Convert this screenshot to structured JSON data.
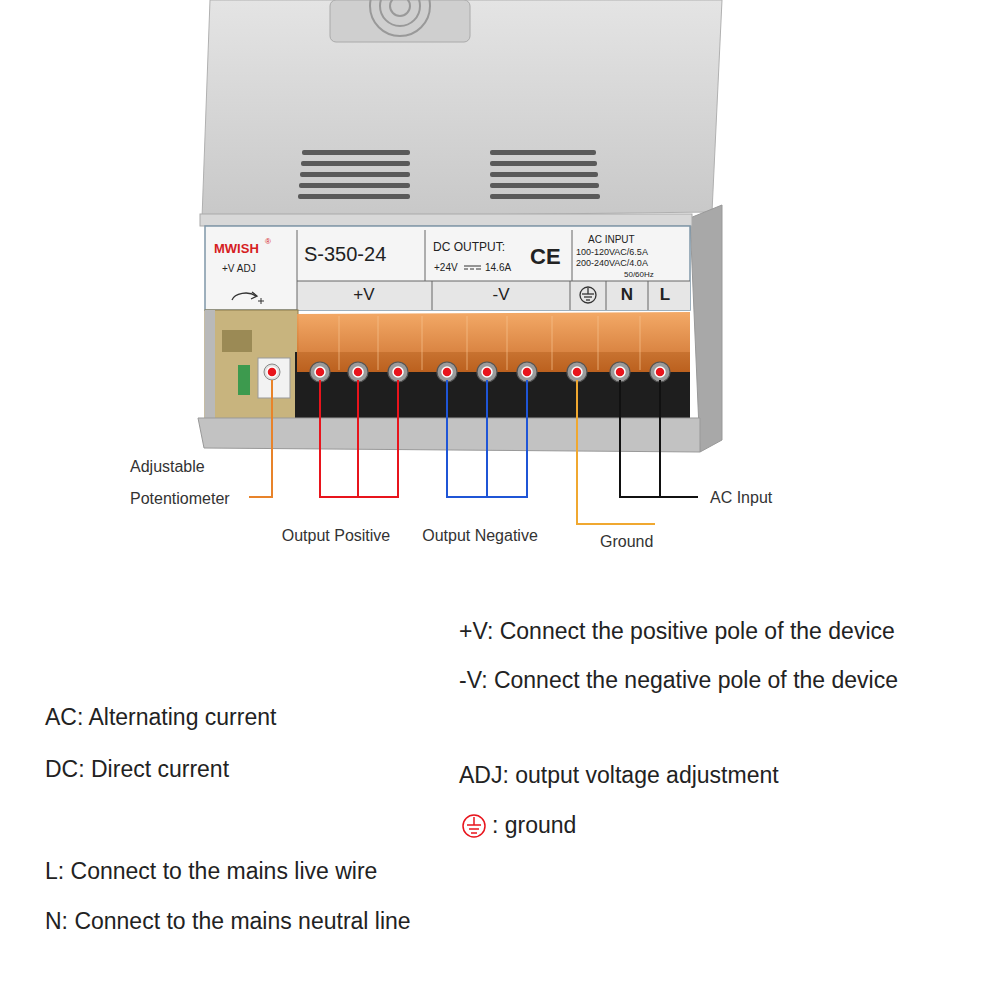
{
  "diagram": {
    "labels": [
      "MWISH",
      "®",
      "S-350-24",
      "DC OUTPUT:",
      "CE",
      "+24V",
      "14.6A",
      "AC INPUT",
      "100-120VAC/6.5A",
      "200-240VAC/4.0A",
      "50/60Hz",
      "+V ADJ",
      "+V",
      "-V",
      "N",
      "L",
      "Adjustable Potentiometer",
      "Output Positive",
      "Output Negative",
      "Ground",
      "AC Input",
      "+V: Connect the positive pole of the device",
      "-V: Connect the negative pole of the device",
      "AC: Alternating current",
      "DC: Direct current",
      "ADJ: output voltage adjustment",
      ": ground",
      "L: Connect to the mains live wire",
      "N: Connect to the mains neutral line"
    ]
  }
}
